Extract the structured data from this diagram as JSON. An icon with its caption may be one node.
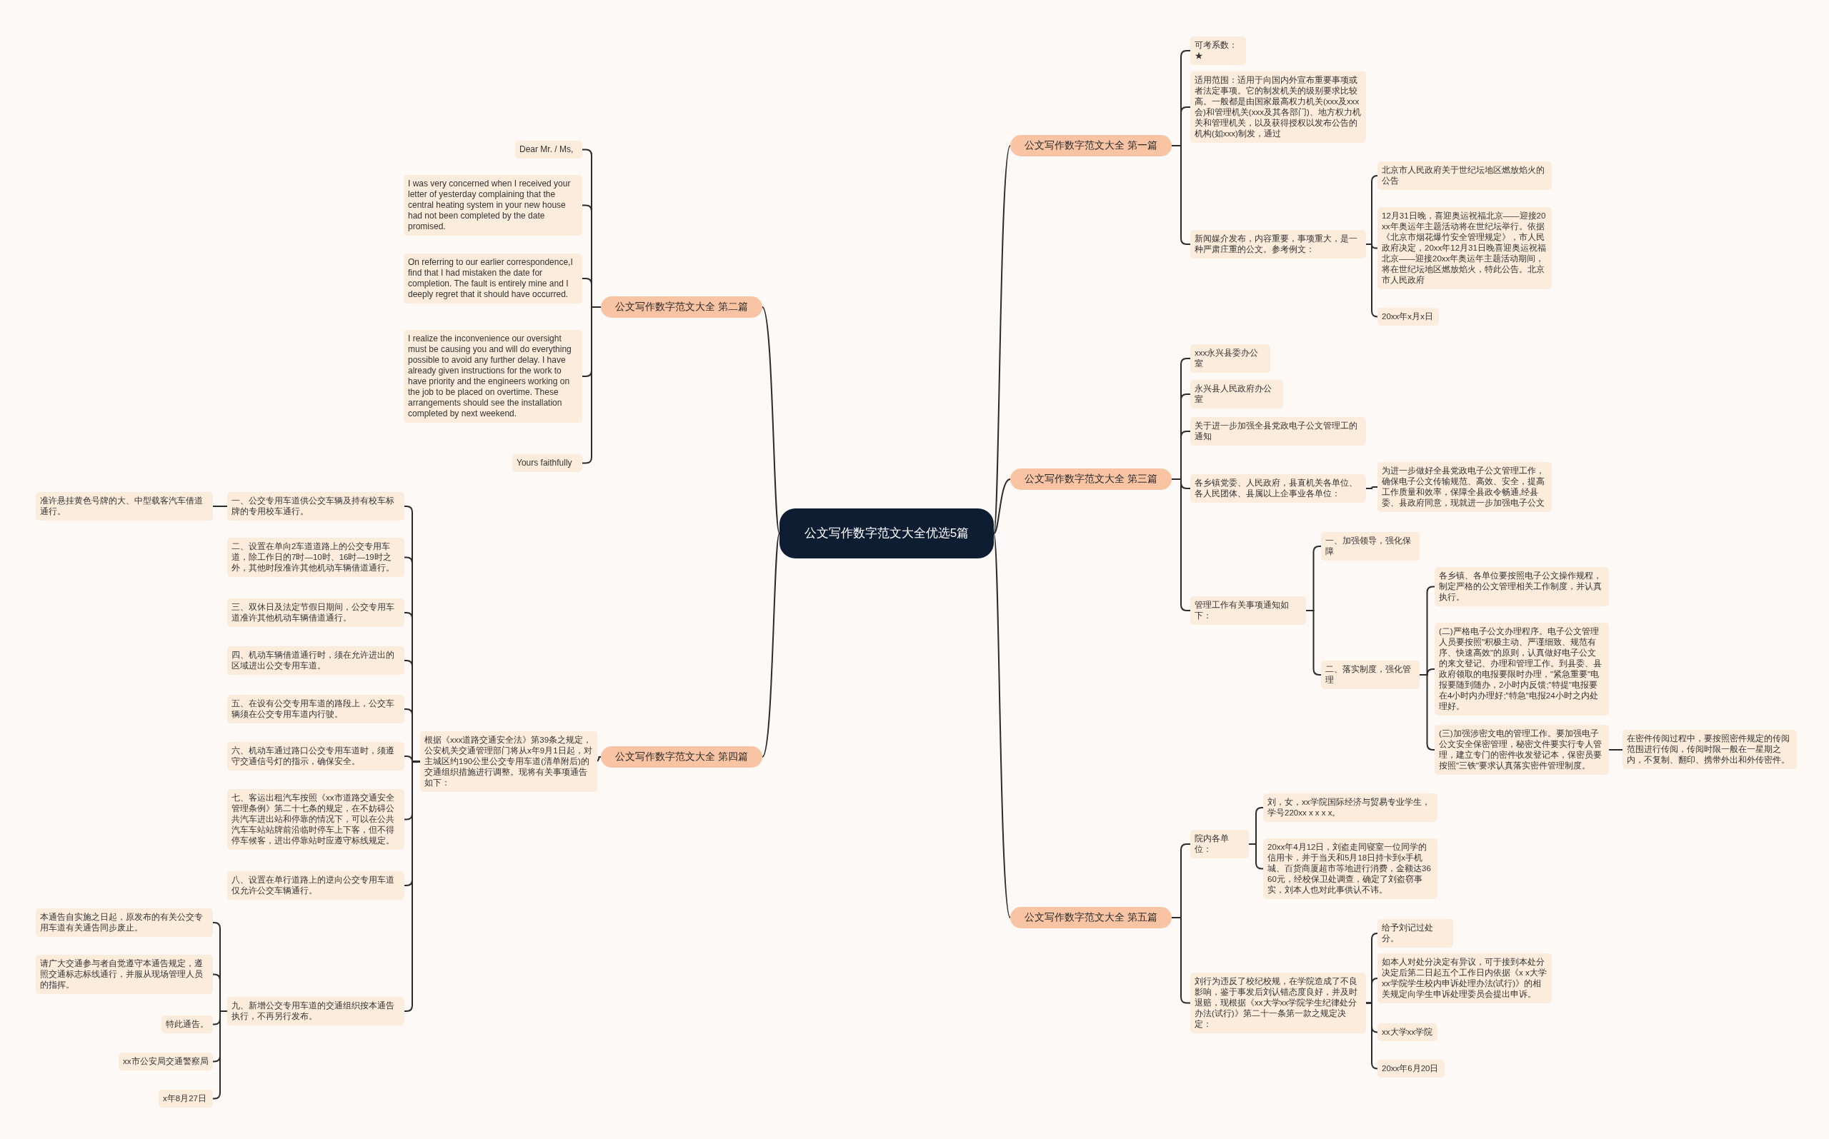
{
  "diagram": {
    "nodes": [
      {
        "text": [
          "公文写作数字范文大全优选5篇"
        ]
      },
      {
        "text": [
          "公文写作数字范文大全 第一篇"
        ]
      },
      {
        "text": [
          "公文写作数字范文大全 第二篇"
        ]
      },
      {
        "text": [
          "公文写作数字范文大全 第三篇"
        ]
      },
      {
        "text": [
          "公文写作数字范文大全 第四篇"
        ]
      },
      {
        "text": [
          "公文写作数字范文大全 第五篇"
        ]
      },
      {
        "text": [
          "可考系数：★"
        ]
      },
      {
        "text": [
          "适用范围：适用于向国内外宣布重要事项或者法定事项。它的制发机关的级别要求比较高。一般都是由国家最高权力机关(xxx及xxx会)和管理机关(xxx及其各部门)、地方权力机关和管理机关，以及获得授权以发布公告的机构(如xxx)制发，通过"
        ]
      },
      {
        "text": [
          "新闻媒介发布，内容重要，事项重大，是一种严肃庄重的公文。参考例文："
        ]
      },
      {
        "text": [
          "北京市人民政府关于世纪坛地区燃放焰火的公告"
        ]
      },
      {
        "text": [
          "12月31日晚，喜迎奥运祝福北京——迎接20xx年奥运年主题活动将在世纪坛举行。依据《北京市烟花爆竹安全管理规定》，市人民政府决定，20xx年12月31日晚喜迎奥运祝福北京——迎接20xx年奥运年主题活动期间，将在世纪坛地区燃放焰火，特此公告。北京市人民政府"
        ]
      },
      {
        "text": [
          "20xx年x月x日"
        ]
      },
      {
        "text": [
          "Dear Mr. / Ms,"
        ]
      },
      {
        "text": [
          "I was very concerned when I received your letter of yesterday complaining that the central heating system in your new house had not been completed by the date promised."
        ]
      },
      {
        "text": [
          "On referring to our earlier correspondence,I find that I had mistaken  the date for completion. The fault is entirely mine and I deeply regret that it should have occurred."
        ]
      },
      {
        "text": [
          "I realize the inconvenience our oversight must be causing you and will do everything possible to avoid any further delay. I have already given instructions for the work to have priority and the engineers working on the job to be placed on overtime. These arrangements should see the installation completed by next weekend."
        ]
      },
      {
        "text": [
          "Yours faithfully"
        ]
      },
      {
        "text": [
          "xxx永兴县委办公室"
        ]
      },
      {
        "text": [
          "永兴县人民政府办公室"
        ]
      },
      {
        "text": [
          "关于进一步加强全县党政电子公文管理工的通知"
        ]
      },
      {
        "text": [
          "各乡镇党委、人民政府，县直机关各单位、各人民团体、县属以上企事业各单位："
        ]
      },
      {
        "text": [
          "为进一步做好全县党政电子公文管理工作，确保电子公文传输规范、高效、安全，提高工作质量和效率，保障全县政令畅通,经县委、县政府同意，现就进一步加强电子公文"
        ]
      },
      {
        "text": [
          "管理工作有关事项通知如下："
        ]
      },
      {
        "text": [
          "一、加强领导，强化保障"
        ]
      },
      {
        "text": [
          "二、落实制度，强化管理"
        ]
      },
      {
        "text": [
          "各乡镇、各单位要按照电子公文操作规程，制定严格的公文管理相关工作制度，并认真执行。"
        ]
      },
      {
        "text": [
          "(二)严格电子公文办理程序。电子公文管理人员要按照\"积极主动、严谨细致、规范有序、快速高效\"的原则，认真做好电子公文的来文登记、办理和管理工作。到县委、县政府领取的电报要限时办理，\"紧急重要\"电报要随到随办，2小时内反馈;\"特提\"电报要在4小时内办理好;\"特急\"电报24小时之内处理好。"
        ]
      },
      {
        "text": [
          "(三)加强涉密文电的管理工作。要加强电子公文安全保密管理，秘密文件要实行专人管理，建立专门的密件收发登记本，保密员要按照\"三铁\"要求认真落实密件管理制度。"
        ]
      },
      {
        "text": [
          "在密件传阅过程中，要按照密件规定的传阅范围进行传阅，传阅时限一般在一星期之内，不复制、翻印、携带外出和外传密件。"
        ]
      },
      {
        "text": [
          "根据《xxx道路交通安全法》第39条之规定，公安机关交通管理部门将从x年9月1日起，对主城区约190公里公交专用车道(清单附后)的交通组织措施进行调整。现将有关事项通告如下："
        ]
      },
      {
        "text": [
          "一、公交专用车道供公交车辆及持有校车标牌的专用校车通行。"
        ]
      },
      {
        "text": [
          "准许悬挂黄色号牌的大、中型载客汽车借道通行。"
        ]
      },
      {
        "text": [
          "二、设置在单向2车道道路上的公交专用车道，除工作日的7时—10时、16时—19时之外，其他时段准许其他机动车辆借道通行。"
        ]
      },
      {
        "text": [
          "三、双休日及法定节假日期间，公交专用车道准许其他机动车辆借道通行。"
        ]
      },
      {
        "text": [
          "四、机动车辆借道通行时，须在允许进出的区域进出公交专用车道。"
        ]
      },
      {
        "text": [
          "五、在设有公交专用车道的路段上，公交车辆须在公交专用车道内行驶。"
        ]
      },
      {
        "text": [
          "六、机动车通过路口公交专用车道时，须遵守交通信号灯的指示，确保安全。"
        ]
      },
      {
        "text": [
          "七、客运出租汽车按照《xx市道路交通安全管理条例》第二十七条的规定，在不妨碍公共汽车进出站和停靠的情况下，可以在公共汽车车站站牌前沿临时停车上下客，但不得停车候客，进出停靠站时应遵守标线规定。"
        ]
      },
      {
        "text": [
          "八、设置在单行道路上的逆向公交专用车道仅允许公交车辆通行。"
        ]
      },
      {
        "text": [
          "九、新增公交专用车道的交通组织按本通告执行，不再另行发布。"
        ]
      },
      {
        "text": [
          "本通告自实施之日起，原发布的有关公交专用车道有关通告同步废止。"
        ]
      },
      {
        "text": [
          "请广大交通参与者自觉遵守本通告规定，遵照交通标志标线通行，并服从现场管理人员的指挥。"
        ]
      },
      {
        "text": [
          "特此通告。"
        ]
      },
      {
        "text": [
          "xx市公安局交通警察局"
        ]
      },
      {
        "text": [
          "x年8月27日"
        ]
      },
      {
        "text": [
          "院内各单位："
        ]
      },
      {
        "text": [
          "刘，女，xx学院国际经济与贸易专业学生，学号220xx x x x x。"
        ]
      },
      {
        "text": [
          "20xx年4月12日，刘盗走同寝室一位同学的信用卡，并于当天和5月18日持卡到x手机城、百货商厦超市等地进行消费，金额达3660元，经校保卫处调查，确定了刘盗窃事实，刘本人也对此事供认不讳。"
        ]
      },
      {
        "text": [
          "刘行为违反了校纪校规，在学院造成了不良影响，鉴于事发后刘认错态度良好，并及时退赔，现根据《xx大学xx学院学生纪律处分办法(试行)》第二十一条第一款之规定决定："
        ]
      },
      {
        "text": [
          "给予刘记过处分。"
        ]
      },
      {
        "text": [
          "如本人对处分决定有异议，可于接到本处分决定后第二日起五个工作日内依据《x x大学xx学院学生校内申诉处理办法(试行)》的相关规定向学生申诉处理委员会提出申诉。"
        ]
      },
      {
        "text": [
          "xx大学xx学院"
        ]
      },
      {
        "text": [
          "20xx年6月20日"
        ]
      }
    ],
    "edges": [
      {
        "from": 0,
        "to": 1,
        "arrow": "none"
      },
      {
        "from": 0,
        "to": 2,
        "arrow": "none"
      },
      {
        "from": 0,
        "to": 3,
        "arrow": "none"
      },
      {
        "from": 0,
        "to": 4,
        "arrow": "none"
      },
      {
        "from": 0,
        "to": 5,
        "arrow": "none"
      },
      {
        "from": 1,
        "to": 6,
        "arrow": "none"
      },
      {
        "from": 1,
        "to": 7,
        "arrow": "none"
      },
      {
        "from": 1,
        "to": 8,
        "arrow": "none"
      },
      {
        "from": 8,
        "to": 9,
        "arrow": "none"
      },
      {
        "from": 8,
        "to": 10,
        "arrow": "none"
      },
      {
        "from": 8,
        "to": 11,
        "arrow": "none"
      },
      {
        "from": 2,
        "to": 12,
        "arrow": "none"
      },
      {
        "from": 2,
        "to": 13,
        "arrow": "none"
      },
      {
        "from": 2,
        "to": 14,
        "arrow": "none"
      },
      {
        "from": 2,
        "to": 15,
        "arrow": "none"
      },
      {
        "from": 2,
        "to": 16,
        "arrow": "none"
      },
      {
        "from": 3,
        "to": 17,
        "arrow": "none"
      },
      {
        "from": 3,
        "to": 18,
        "arrow": "none"
      },
      {
        "from": 3,
        "to": 19,
        "arrow": "none"
      },
      {
        "from": 3,
        "to": 20,
        "arrow": "none"
      },
      {
        "from": 20,
        "to": 21,
        "arrow": "none"
      },
      {
        "from": 3,
        "to": 22,
        "arrow": "none"
      },
      {
        "from": 22,
        "to": 23,
        "arrow": "none"
      },
      {
        "from": 22,
        "to": 24,
        "arrow": "none"
      },
      {
        "from": 24,
        "to": 25,
        "arrow": "none"
      },
      {
        "from": 24,
        "to": 26,
        "arrow": "none"
      },
      {
        "from": 24,
        "to": 27,
        "arrow": "none"
      },
      {
        "from": 27,
        "to": 28,
        "arrow": "none"
      },
      {
        "from": 4,
        "to": 29,
        "arrow": "none"
      },
      {
        "from": 29,
        "to": 30,
        "arrow": "none"
      },
      {
        "from": 30,
        "to": 31,
        "arrow": "none"
      },
      {
        "from": 29,
        "to": 32,
        "arrow": "none"
      },
      {
        "from": 29,
        "to": 33,
        "arrow": "none"
      },
      {
        "from": 29,
        "to": 34,
        "arrow": "none"
      },
      {
        "from": 29,
        "to": 35,
        "arrow": "none"
      },
      {
        "from": 29,
        "to": 36,
        "arrow": "none"
      },
      {
        "from": 29,
        "to": 37,
        "arrow": "none"
      },
      {
        "from": 29,
        "to": 38,
        "arrow": "none"
      },
      {
        "from": 29,
        "to": 39,
        "arrow": "none"
      },
      {
        "from": 39,
        "to": 40,
        "arrow": "none"
      },
      {
        "from": 39,
        "to": 41,
        "arrow": "none"
      },
      {
        "from": 39,
        "to": 42,
        "arrow": "none"
      },
      {
        "from": 39,
        "to": 43,
        "arrow": "none"
      },
      {
        "from": 39,
        "to": 44,
        "arrow": "none"
      },
      {
        "from": 5,
        "to": 45,
        "arrow": "none"
      },
      {
        "from": 45,
        "to": 46,
        "arrow": "none"
      },
      {
        "from": 45,
        "to": 47,
        "arrow": "none"
      },
      {
        "from": 5,
        "to": 48,
        "arrow": "none"
      },
      {
        "from": 48,
        "to": 49,
        "arrow": "none"
      },
      {
        "from": 48,
        "to": 50,
        "arrow": "none"
      },
      {
        "from": 48,
        "to": 51,
        "arrow": "none"
      },
      {
        "from": 48,
        "to": 52,
        "arrow": "none"
      }
    ]
  }
}
